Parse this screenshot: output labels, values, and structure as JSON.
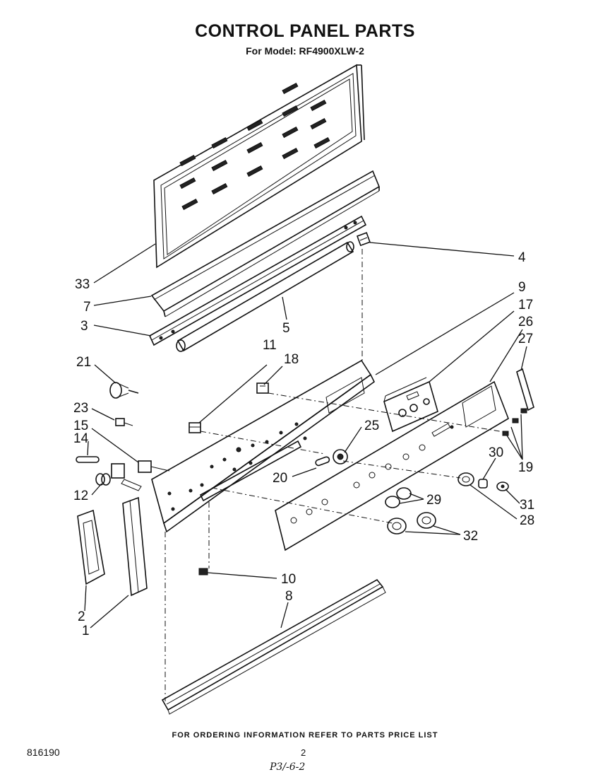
{
  "header": {
    "title": "CONTROL PANEL PARTS",
    "subtitle": "For Model: RF4900XLW-2"
  },
  "footer": {
    "ordering_note": "FOR ORDERING INFORMATION REFER TO PARTS PRICE LIST",
    "document_number": "816190",
    "page_number": "2",
    "handwritten_note": "P3/-6-2"
  },
  "callouts": {
    "c33": "33",
    "c7": "7",
    "c3": "3",
    "c4": "4",
    "c5": "5",
    "c9": "9",
    "c17": "17",
    "c26": "26",
    "c27": "27",
    "c11": "11",
    "c18": "18",
    "c21": "21",
    "c23": "23",
    "c15": "15",
    "c14": "14",
    "c12": "12",
    "c25": "25",
    "c20": "20",
    "c30": "30",
    "c19": "19",
    "c29": "29",
    "c31": "31",
    "c28": "28",
    "c32": "32",
    "c10": "10",
    "c8": "8",
    "c2": "2",
    "c1": "1"
  }
}
